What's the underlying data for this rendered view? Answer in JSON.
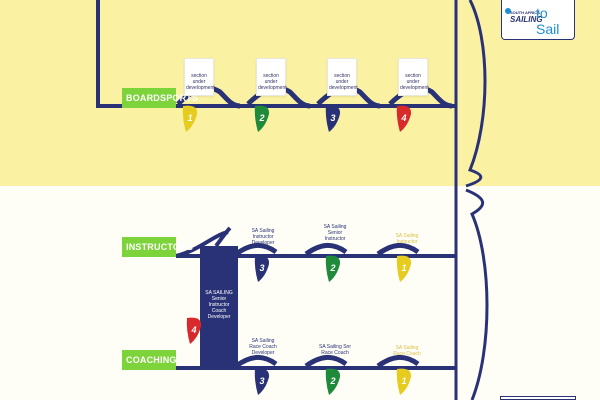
{
  "labels": {
    "boardsports": "BOARDSPORTS",
    "instructors": "INSTRUCTORS",
    "coaching": "COACHING"
  },
  "cards": [
    {
      "text": "section under development",
      "pin_color": "#e5cc1f",
      "pin_number": "1"
    },
    {
      "text": "section under development",
      "pin_color": "#1f8a3a",
      "pin_number": "2"
    },
    {
      "text": "section under development",
      "pin_color": "#2a3277",
      "pin_number": "3"
    },
    {
      "text": "section under development",
      "pin_color": "#d82a2a",
      "pin_number": "4"
    }
  ],
  "instructors_nodes": [
    {
      "text": "SA Sailing Instructor Developer",
      "pin_color": "#2a3277",
      "pin_number": "3",
      "text_color": "navy"
    },
    {
      "text": "SA Sailing Senior Instructor",
      "pin_color": "#1f8a3a",
      "pin_number": "2",
      "text_color": "navy"
    },
    {
      "text": "SA Sailing Instructor",
      "pin_color": "#e5cc1f",
      "pin_number": "1",
      "text_color": "yellow"
    }
  ],
  "coaching_nodes": [
    {
      "text": "SA Sailing Race Coach Developer",
      "pin_color": "#2a3277",
      "pin_number": "3",
      "text_color": "navy"
    },
    {
      "text": "SA Sailing Snr Race Coach",
      "pin_color": "#1f8a3a",
      "pin_number": "2",
      "text_color": "navy"
    },
    {
      "text": "SA Sailing Race Coach",
      "pin_color": "#e5cc1f",
      "pin_number": "1",
      "text_color": "yellow"
    }
  ],
  "center_box": {
    "text": "SA SAILING Senior Instructor Coach Developer",
    "pin_color": "#d82a2a",
    "pin_number": "4"
  },
  "logo": {
    "line1": "SOUTH AFRICA",
    "line2": "SAILING",
    "line3": "to Sail"
  },
  "colors": {
    "navy": "#2a3277",
    "green": "#7dd33a",
    "top_band": "#faf1a2"
  }
}
